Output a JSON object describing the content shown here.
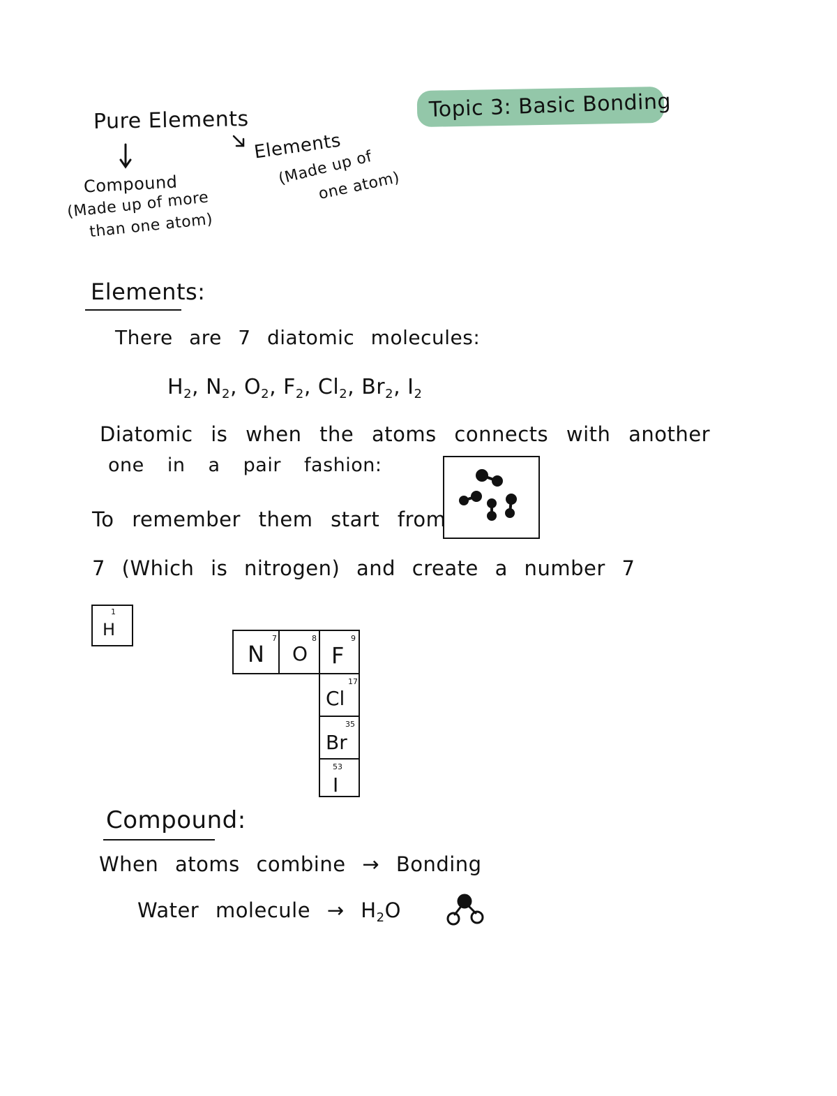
{
  "title": "Topic 3: Basic Bonding",
  "diagram": {
    "root": "Pure Elements",
    "left_branch": "Compound",
    "left_note_1": "(Made up of more",
    "left_note_2": "than one atom)",
    "right_branch": "Elements",
    "right_note_1": "(Made up of",
    "right_note_2": "one atom)"
  },
  "elements_section": {
    "heading": "Elements:",
    "line1": "There are 7 diatomic molecules:",
    "formulas": [
      {
        "sym": "H",
        "sub": "2",
        "sep": ","
      },
      {
        "sym": "N",
        "sub": "2",
        "sep": ","
      },
      {
        "sym": "O",
        "sub": "2",
        "sep": ","
      },
      {
        "sym": "F",
        "sub": "2",
        "sep": ","
      },
      {
        "sym": "Cl",
        "sub": "2",
        "sep": ","
      },
      {
        "sym": "Br",
        "sub": "2",
        "sep": ","
      },
      {
        "sym": "I",
        "sub": "2",
        "sep": ""
      }
    ],
    "line2": "Diatomic is when the atoms connects with another",
    "line3": "one in a pair fashion:",
    "line4": "To remember them start from",
    "line5": "7 (Which is nitrogen) and create a number 7"
  },
  "periodic_cells": {
    "h": {
      "symbol": "H",
      "number": "1"
    },
    "n": {
      "symbol": "N",
      "number": "7"
    },
    "o": {
      "symbol": "O",
      "number": "8"
    },
    "f": {
      "symbol": "F",
      "number": "9"
    },
    "cl": {
      "symbol": "Cl",
      "number": "17"
    },
    "br": {
      "symbol": "Br",
      "number": "35"
    },
    "i": {
      "symbol": "I",
      "number": "53"
    }
  },
  "compound_section": {
    "heading": "Compound:",
    "line1": "When atoms combine → Bonding",
    "line2_prefix": "Water molecule → H",
    "line2_sub": "2",
    "line2_suffix": "O"
  }
}
